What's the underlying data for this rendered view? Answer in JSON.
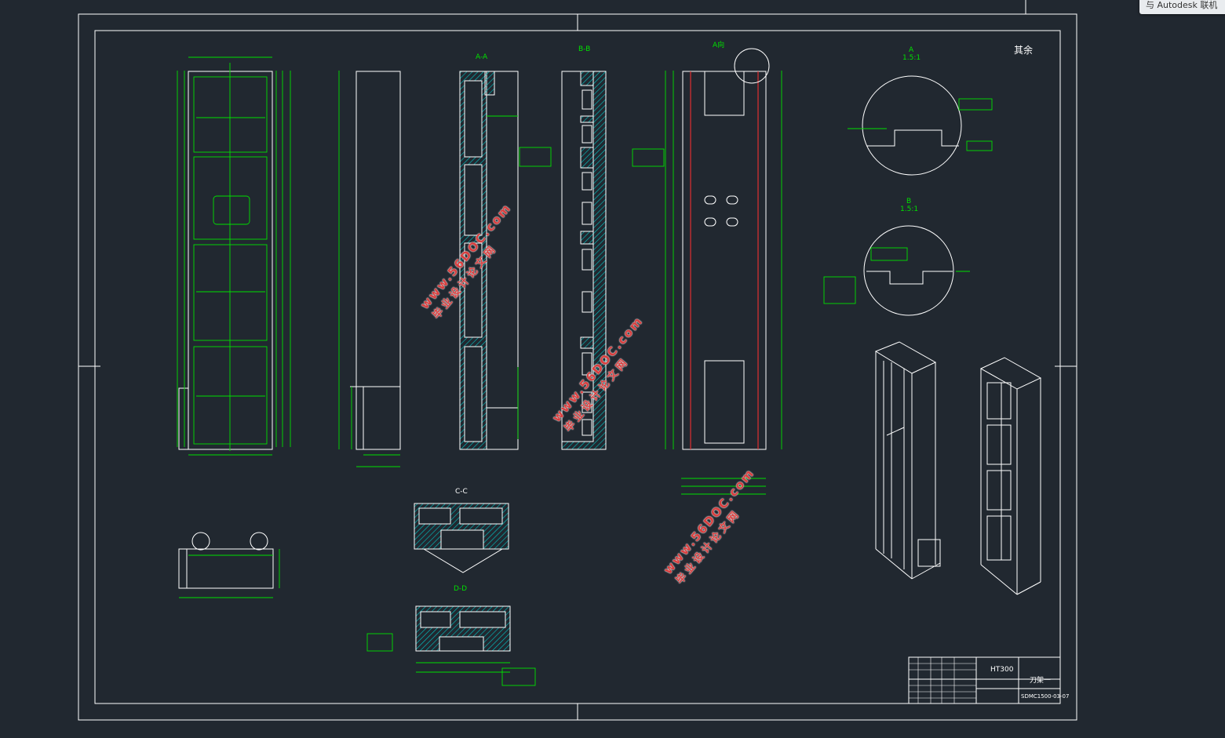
{
  "app": {
    "autodesk_tab": "与 Autodesk 联机"
  },
  "drawing": {
    "roughness_note": "其余",
    "section_labels": {
      "a_a": "A-A",
      "b_b": "B-B",
      "c_c": "C-C",
      "d_d": "D-D",
      "a_view": "A向",
      "detail_a": "A",
      "detail_a_scale": "1.5:1",
      "detail_b": "B",
      "detail_b_scale": "1.5:1"
    },
    "title_block": {
      "material": "HT300",
      "part_name": "刀架一",
      "drawing_no": "SDMC1500-03-07"
    }
  },
  "watermarks": [
    {
      "url": "www.56DOC.com",
      "cn": "毕业设计论文网"
    },
    {
      "url": "www.56DOC.com",
      "cn": "毕业设计论文网"
    },
    {
      "url": "www.56DOC.com",
      "cn": "毕业设计论文网"
    }
  ],
  "colors": {
    "background": "#212830",
    "frame": "#ffffff",
    "dimension": "#00e000",
    "section_hatch": "#00c8c8",
    "accent_red": "#e03030"
  }
}
